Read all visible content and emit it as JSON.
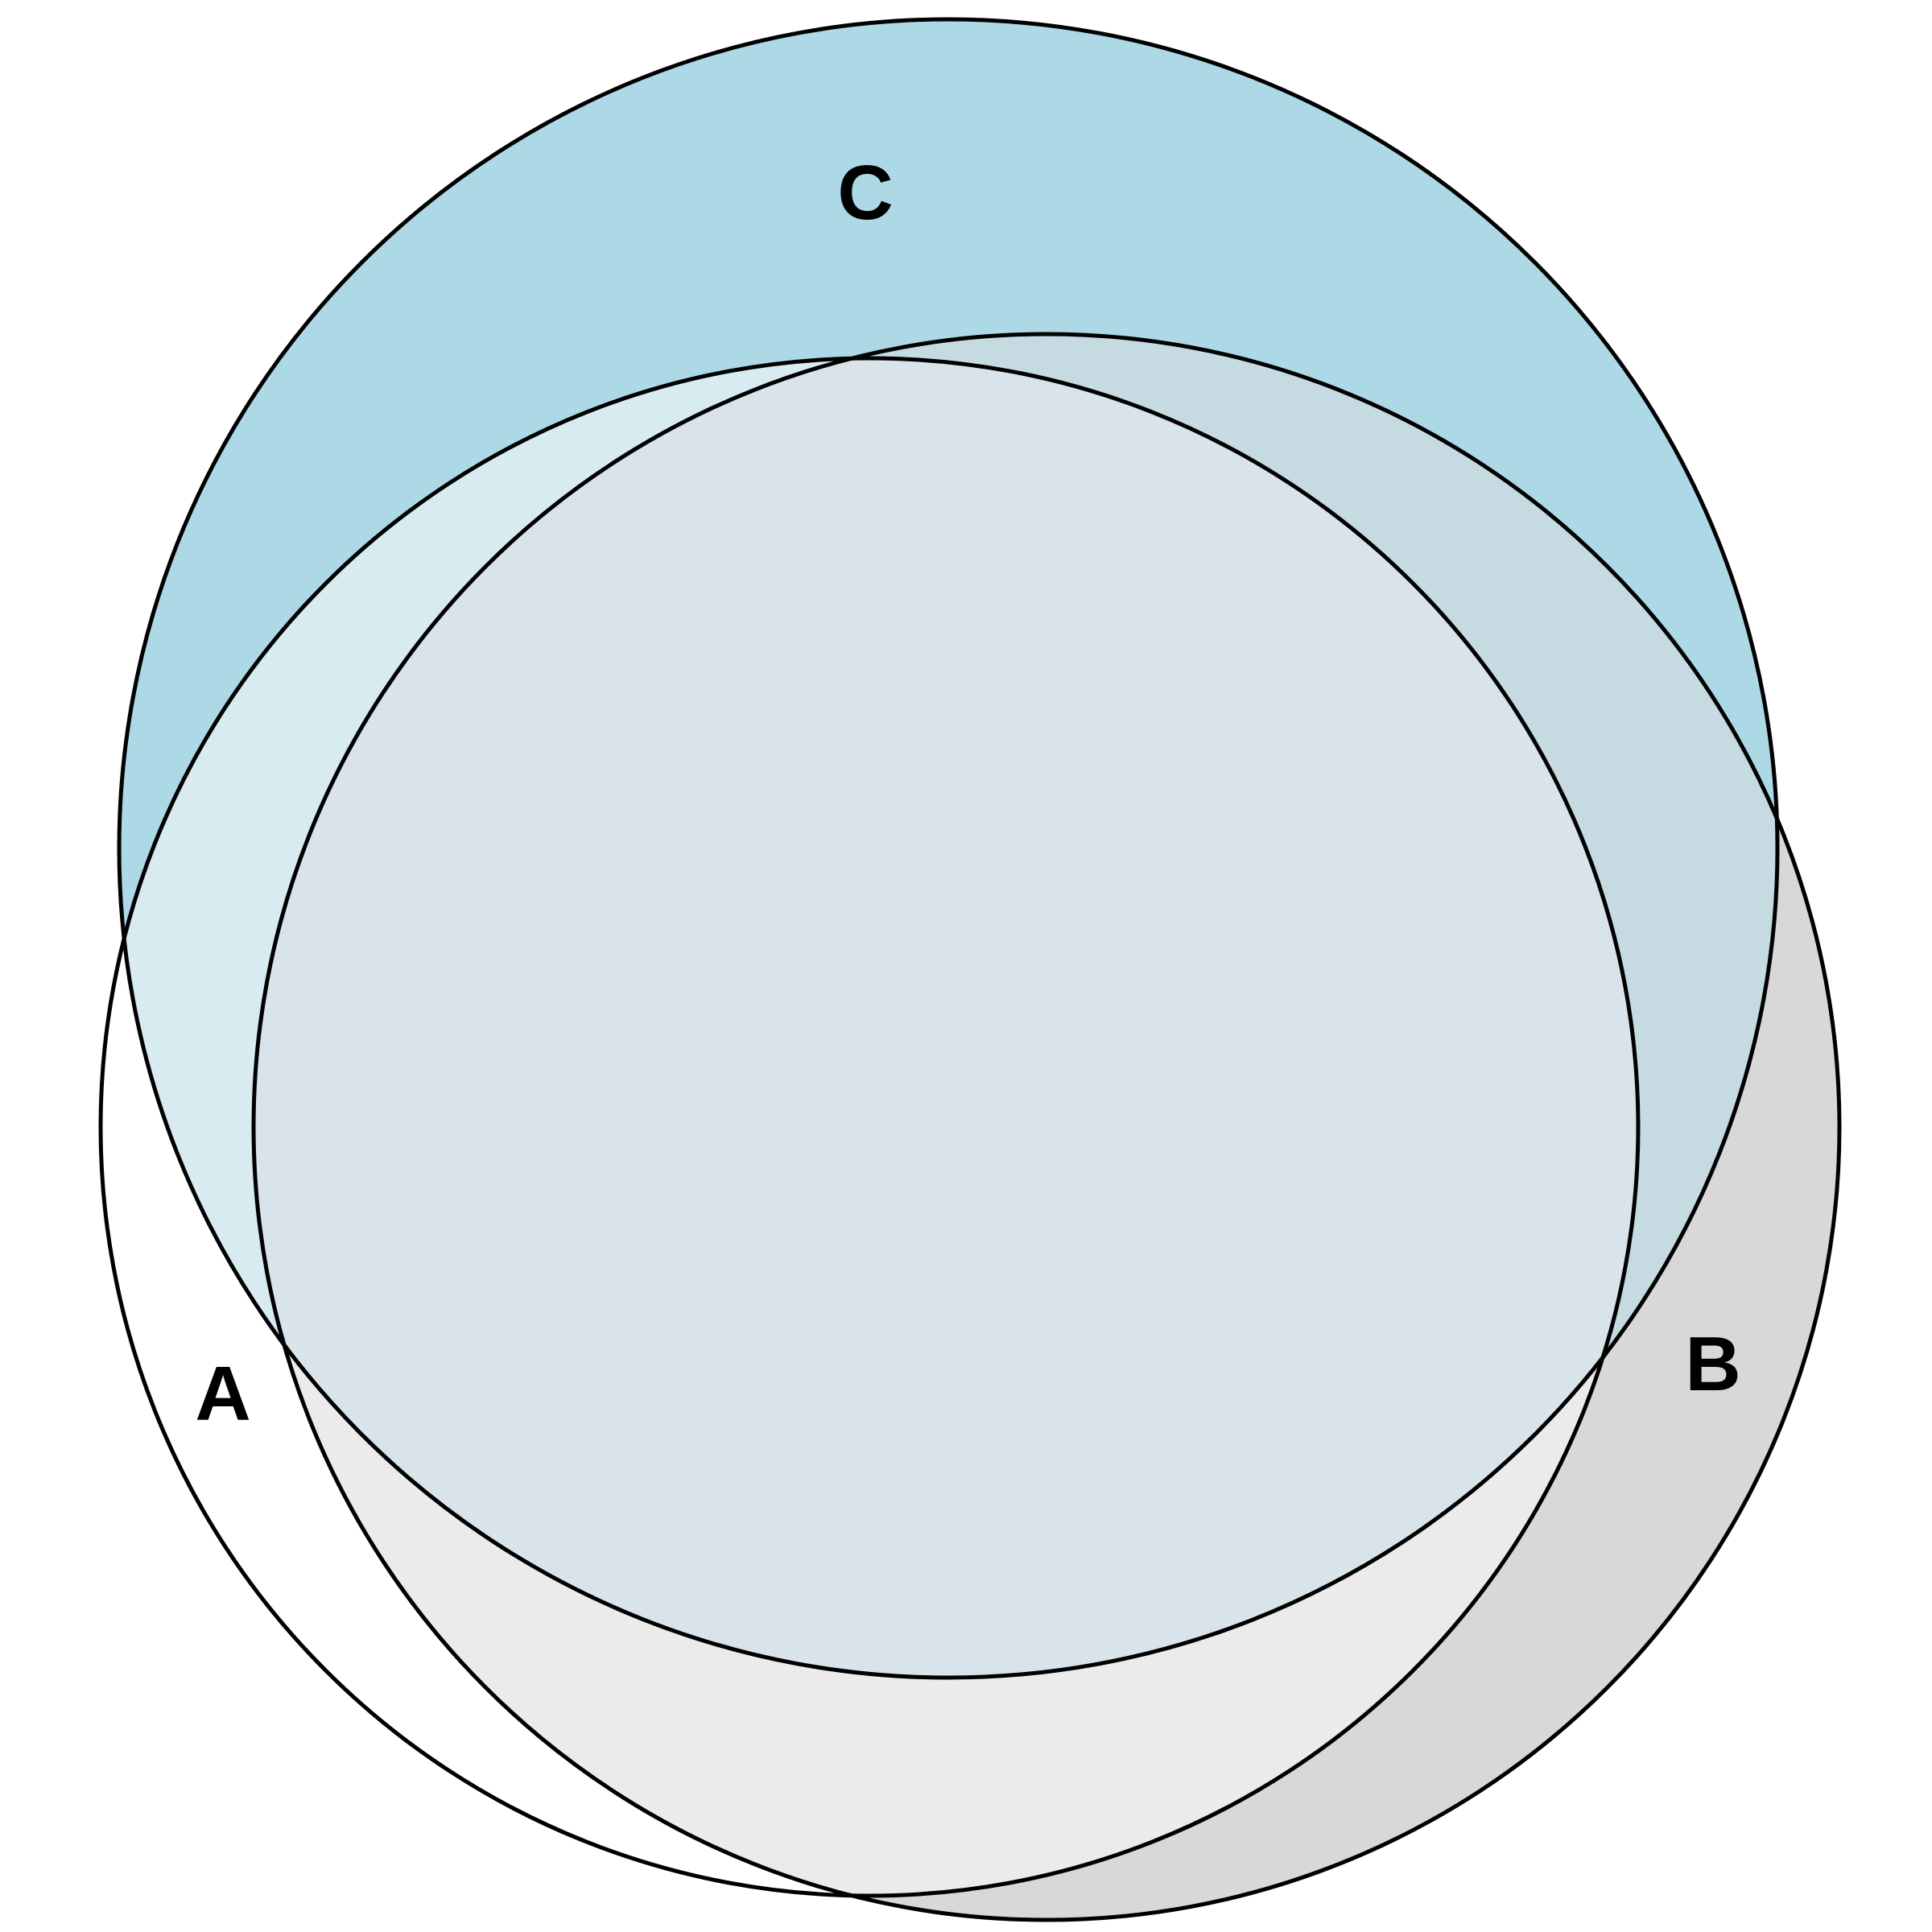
{
  "diagram": {
    "type": "venn",
    "sets": [
      {
        "id": "A",
        "label": "A"
      },
      {
        "id": "B",
        "label": "B"
      },
      {
        "id": "C",
        "label": "C"
      }
    ],
    "colors": {
      "outline": "#000000",
      "only_C": "#add8e6",
      "A_and_C": "#d7ebf1",
      "B_and_C": "#c5dae1",
      "A_B_C": "#d8e4ea",
      "A_and_B": "#ebebeb",
      "only_B": "#d8d8d8",
      "only_A": "#ffffff",
      "background": "#ffffff"
    }
  }
}
